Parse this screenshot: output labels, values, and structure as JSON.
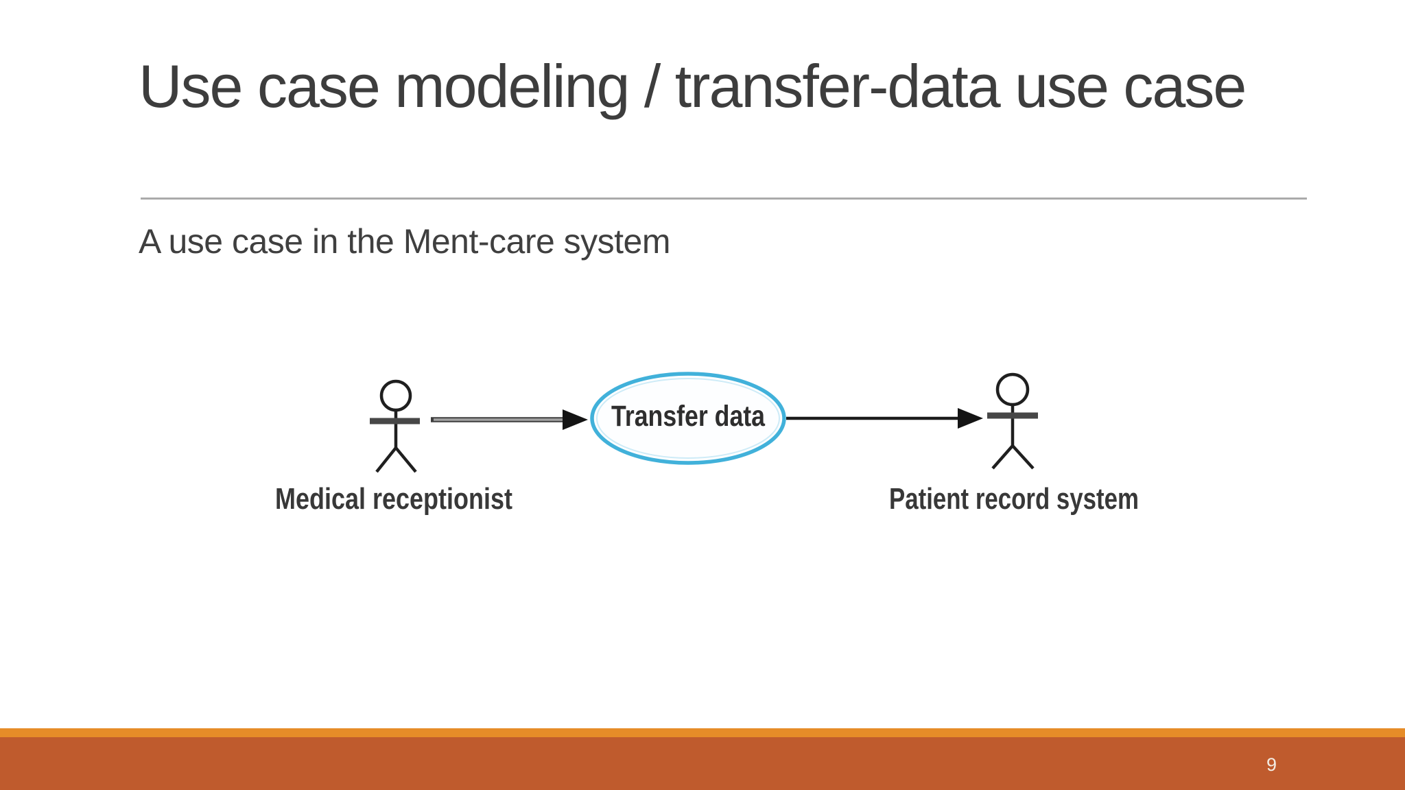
{
  "slide": {
    "title": "Use case modeling / transfer-data use case",
    "subtitle": "A use case in the Ment-care system",
    "page_number": "9"
  },
  "diagram": {
    "type": "uml-use-case-diagram",
    "use_case": {
      "label": "Transfer data"
    },
    "actors": [
      {
        "name": "Medical receptionist",
        "position": "left"
      },
      {
        "name": "Patient record system",
        "position": "right"
      }
    ],
    "connections": [
      {
        "from": "Medical receptionist",
        "to": "Transfer data",
        "direction": "right"
      },
      {
        "from": "Transfer data",
        "to": "Patient record system",
        "direction": "right"
      }
    ]
  },
  "theme": {
    "background": "#ffffff",
    "title_color": "#3d3d3d",
    "subtitle_color": "#3f3f3f",
    "divider_color": "#aaaaaa",
    "footer_accent_color": "#e68c28",
    "footer_bar_color": "#bf5b2d",
    "page_number_color": "#f3ece2",
    "use_case_border_color": "#41b1da",
    "diagram_ink_color": "#1f1f1f"
  }
}
